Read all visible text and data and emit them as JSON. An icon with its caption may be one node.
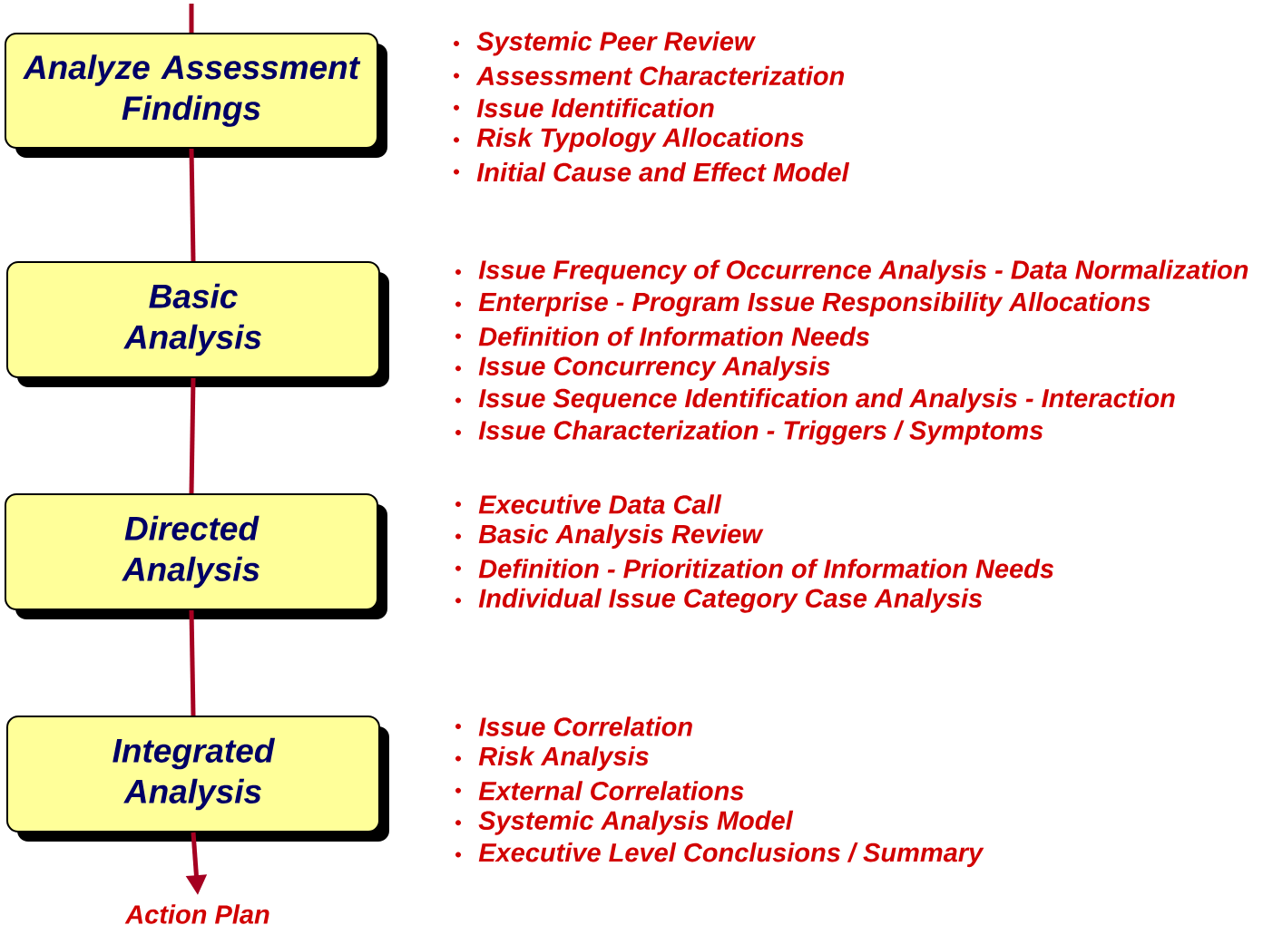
{
  "diagram": {
    "nodes": [
      {
        "text": [
          "Analyze Assessment Findings"
        ],
        "beside": [
          "Systemic Peer Review",
          "Assessment Characterization",
          "Issue Identification",
          "Risk Typology Allocations",
          "Initial Cause and Effect Model"
        ]
      },
      {
        "text": [
          "Basic Analysis"
        ],
        "beside": [
          "Issue Frequency of Occurrence Analysis - Data Normalization",
          "Enterprise - Program Issue Responsibility Allocations",
          "Definition of Information Needs",
          "Issue Concurrency Analysis",
          "Issue Sequence Identification and Analysis - Interaction",
          "Issue Characterization - Triggers / Symptoms"
        ]
      },
      {
        "text": [
          "Directed Analysis"
        ],
        "beside": [
          "Executive Data Call",
          "Basic Analysis Review",
          "Definition - Prioritization of Information Needs",
          "Individual Issue Category Case Analysis"
        ]
      },
      {
        "text": [
          "Integrated Analysis"
        ],
        "beside": [
          "Issue Correlation",
          "Risk Analysis",
          "External Correlations",
          "Systemic Analysis Model",
          "Executive Level Conclusions / Summary"
        ]
      },
      {
        "text": [
          "Action Plan"
        ]
      }
    ],
    "edges": [
      {
        "from": null,
        "to": 0,
        "arrow": "none"
      },
      {
        "from": 0,
        "to": 1,
        "arrow": "none"
      },
      {
        "from": 1,
        "to": 2,
        "arrow": "none"
      },
      {
        "from": 2,
        "to": 3,
        "arrow": "none"
      },
      {
        "from": 3,
        "to": 4,
        "arrow": "to"
      }
    ]
  }
}
